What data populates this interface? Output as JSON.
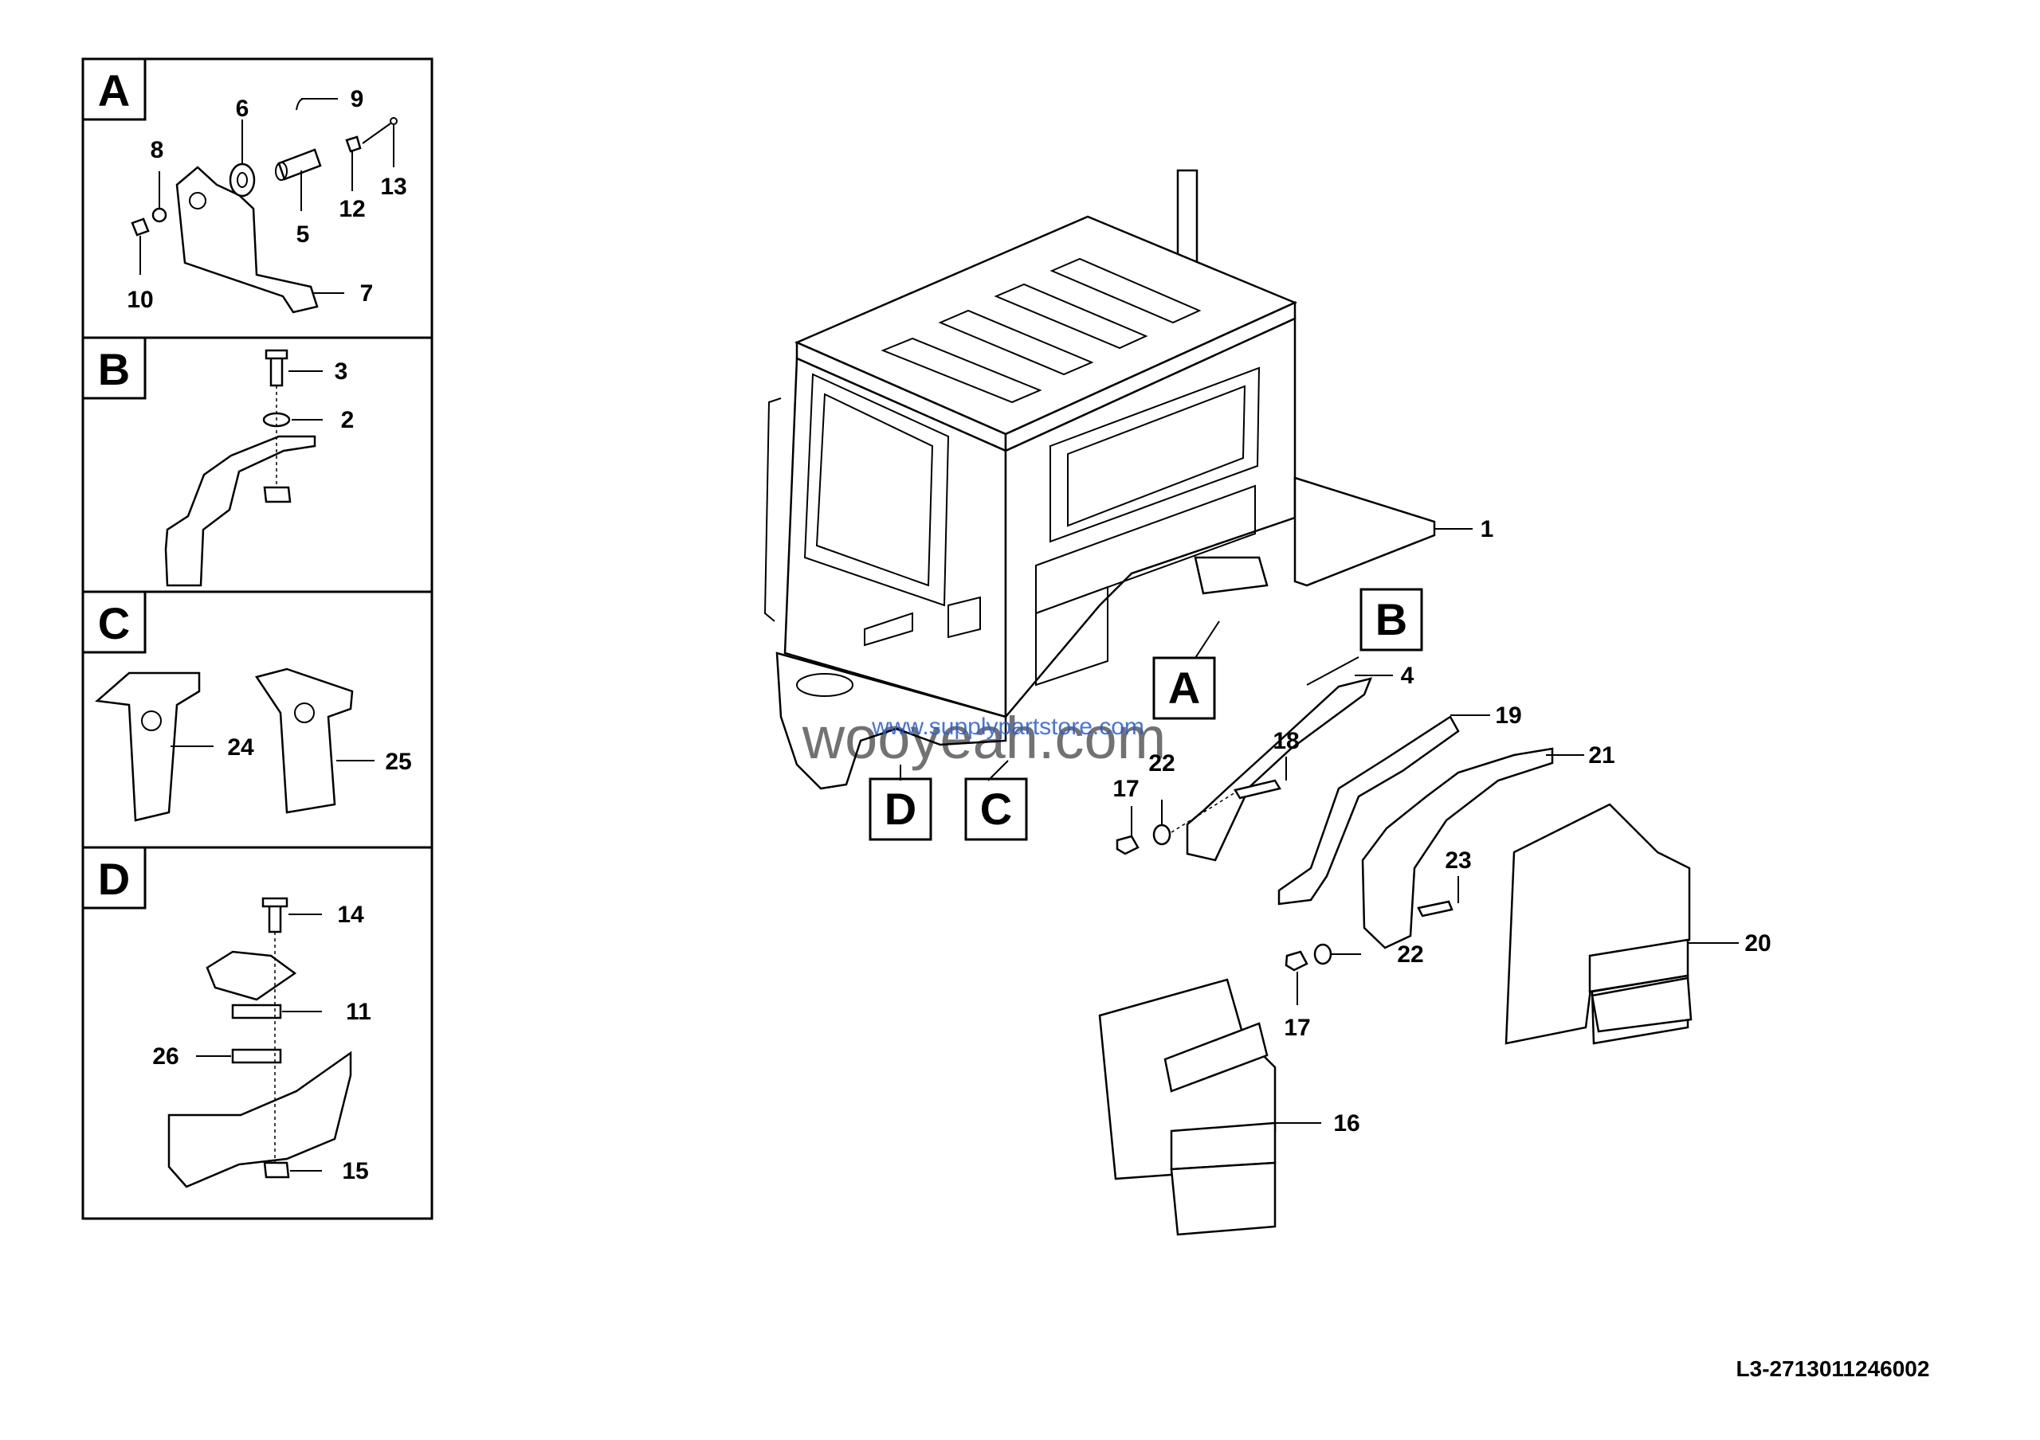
{
  "panels": [
    {
      "letter": "A"
    },
    {
      "letter": "B"
    },
    {
      "letter": "C"
    },
    {
      "letter": "D"
    }
  ],
  "panel_labels": {
    "a": [
      "9",
      "6",
      "8",
      "13",
      "12",
      "5",
      "10",
      "7"
    ],
    "b": [
      "3",
      "2"
    ],
    "c": [
      "24",
      "25"
    ],
    "d": [
      "14",
      "11",
      "26",
      "15"
    ]
  },
  "main_labels": {
    "l1": "1",
    "l4": "4",
    "l19": "19",
    "l18": "18",
    "l17a": "17",
    "l22a": "22",
    "l21": "21",
    "l23": "23",
    "l22b": "22",
    "l17b": "17",
    "l20": "20",
    "l16": "16"
  },
  "callouts": {
    "b": "B",
    "a": "A",
    "d": "D",
    "c": "C"
  },
  "watermark": {
    "main": "wooyeah.com",
    "sub": "www.supplypartstore.com"
  },
  "reference": "L3-2713011246002"
}
